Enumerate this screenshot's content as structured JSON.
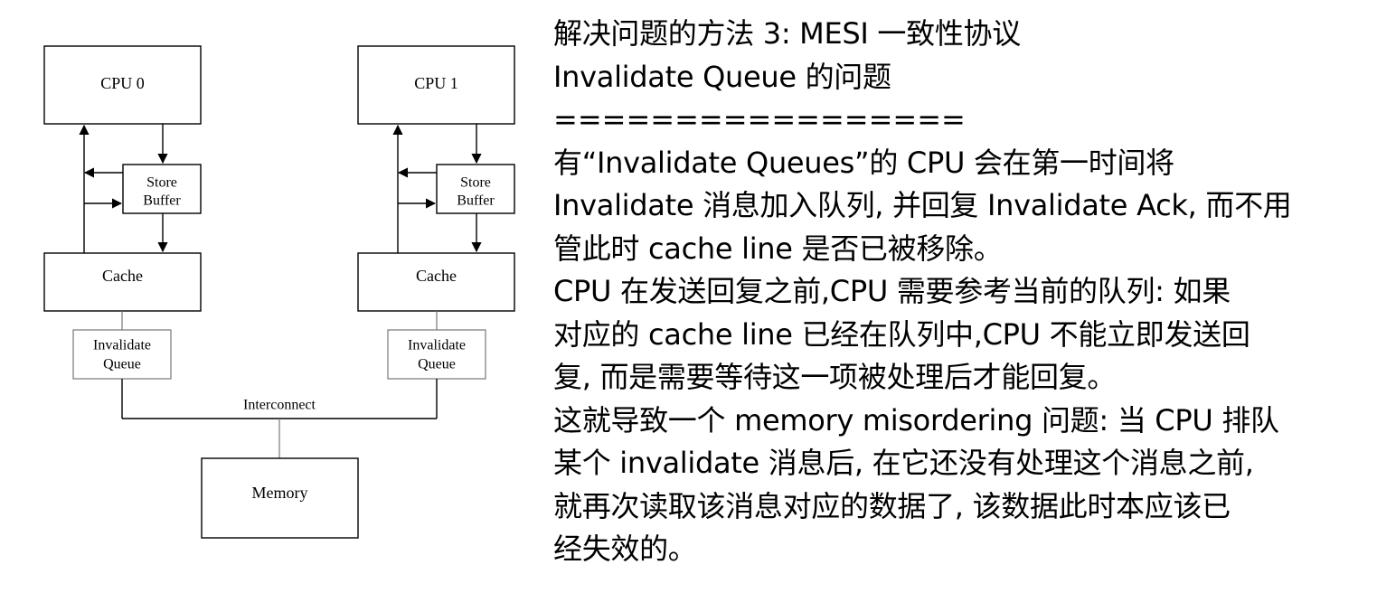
{
  "diagram": {
    "cpu0": "CPU 0",
    "cpu1": "CPU 1",
    "store_buffer_line1": "Store",
    "store_buffer_line2": "Buffer",
    "cache": "Cache",
    "invalidate_queue_line1": "Invalidate",
    "invalidate_queue_line2": "Queue",
    "interconnect": "Interconnect",
    "memory": "Memory"
  },
  "notes": {
    "lines": [
      "解决问题的方法 3: MESI 一致性协议",
      "Invalidate Queue 的问题",
      "=================",
      "有“Invalidate Queues”的 CPU 会在第一时间将",
      "Invalidate 消息加入队列, 并回复 Invalidate Ack, 而不用",
      "管此时 cache line 是否已被移除。",
      "CPU 在发送回复之前,CPU 需要参考当前的队列: 如果",
      "对应的 cache line 已经在队列中,CPU 不能立即发送回",
      "复, 而是需要等待这一项被处理后才能回复。",
      "这就导致一个 memory misordering 问题: 当 CPU 排队",
      "某个 invalidate 消息后, 在它还没有处理这个消息之前,",
      "就再次读取该消息对应的数据了, 该数据此时本应该已",
      "经失效的。"
    ]
  }
}
